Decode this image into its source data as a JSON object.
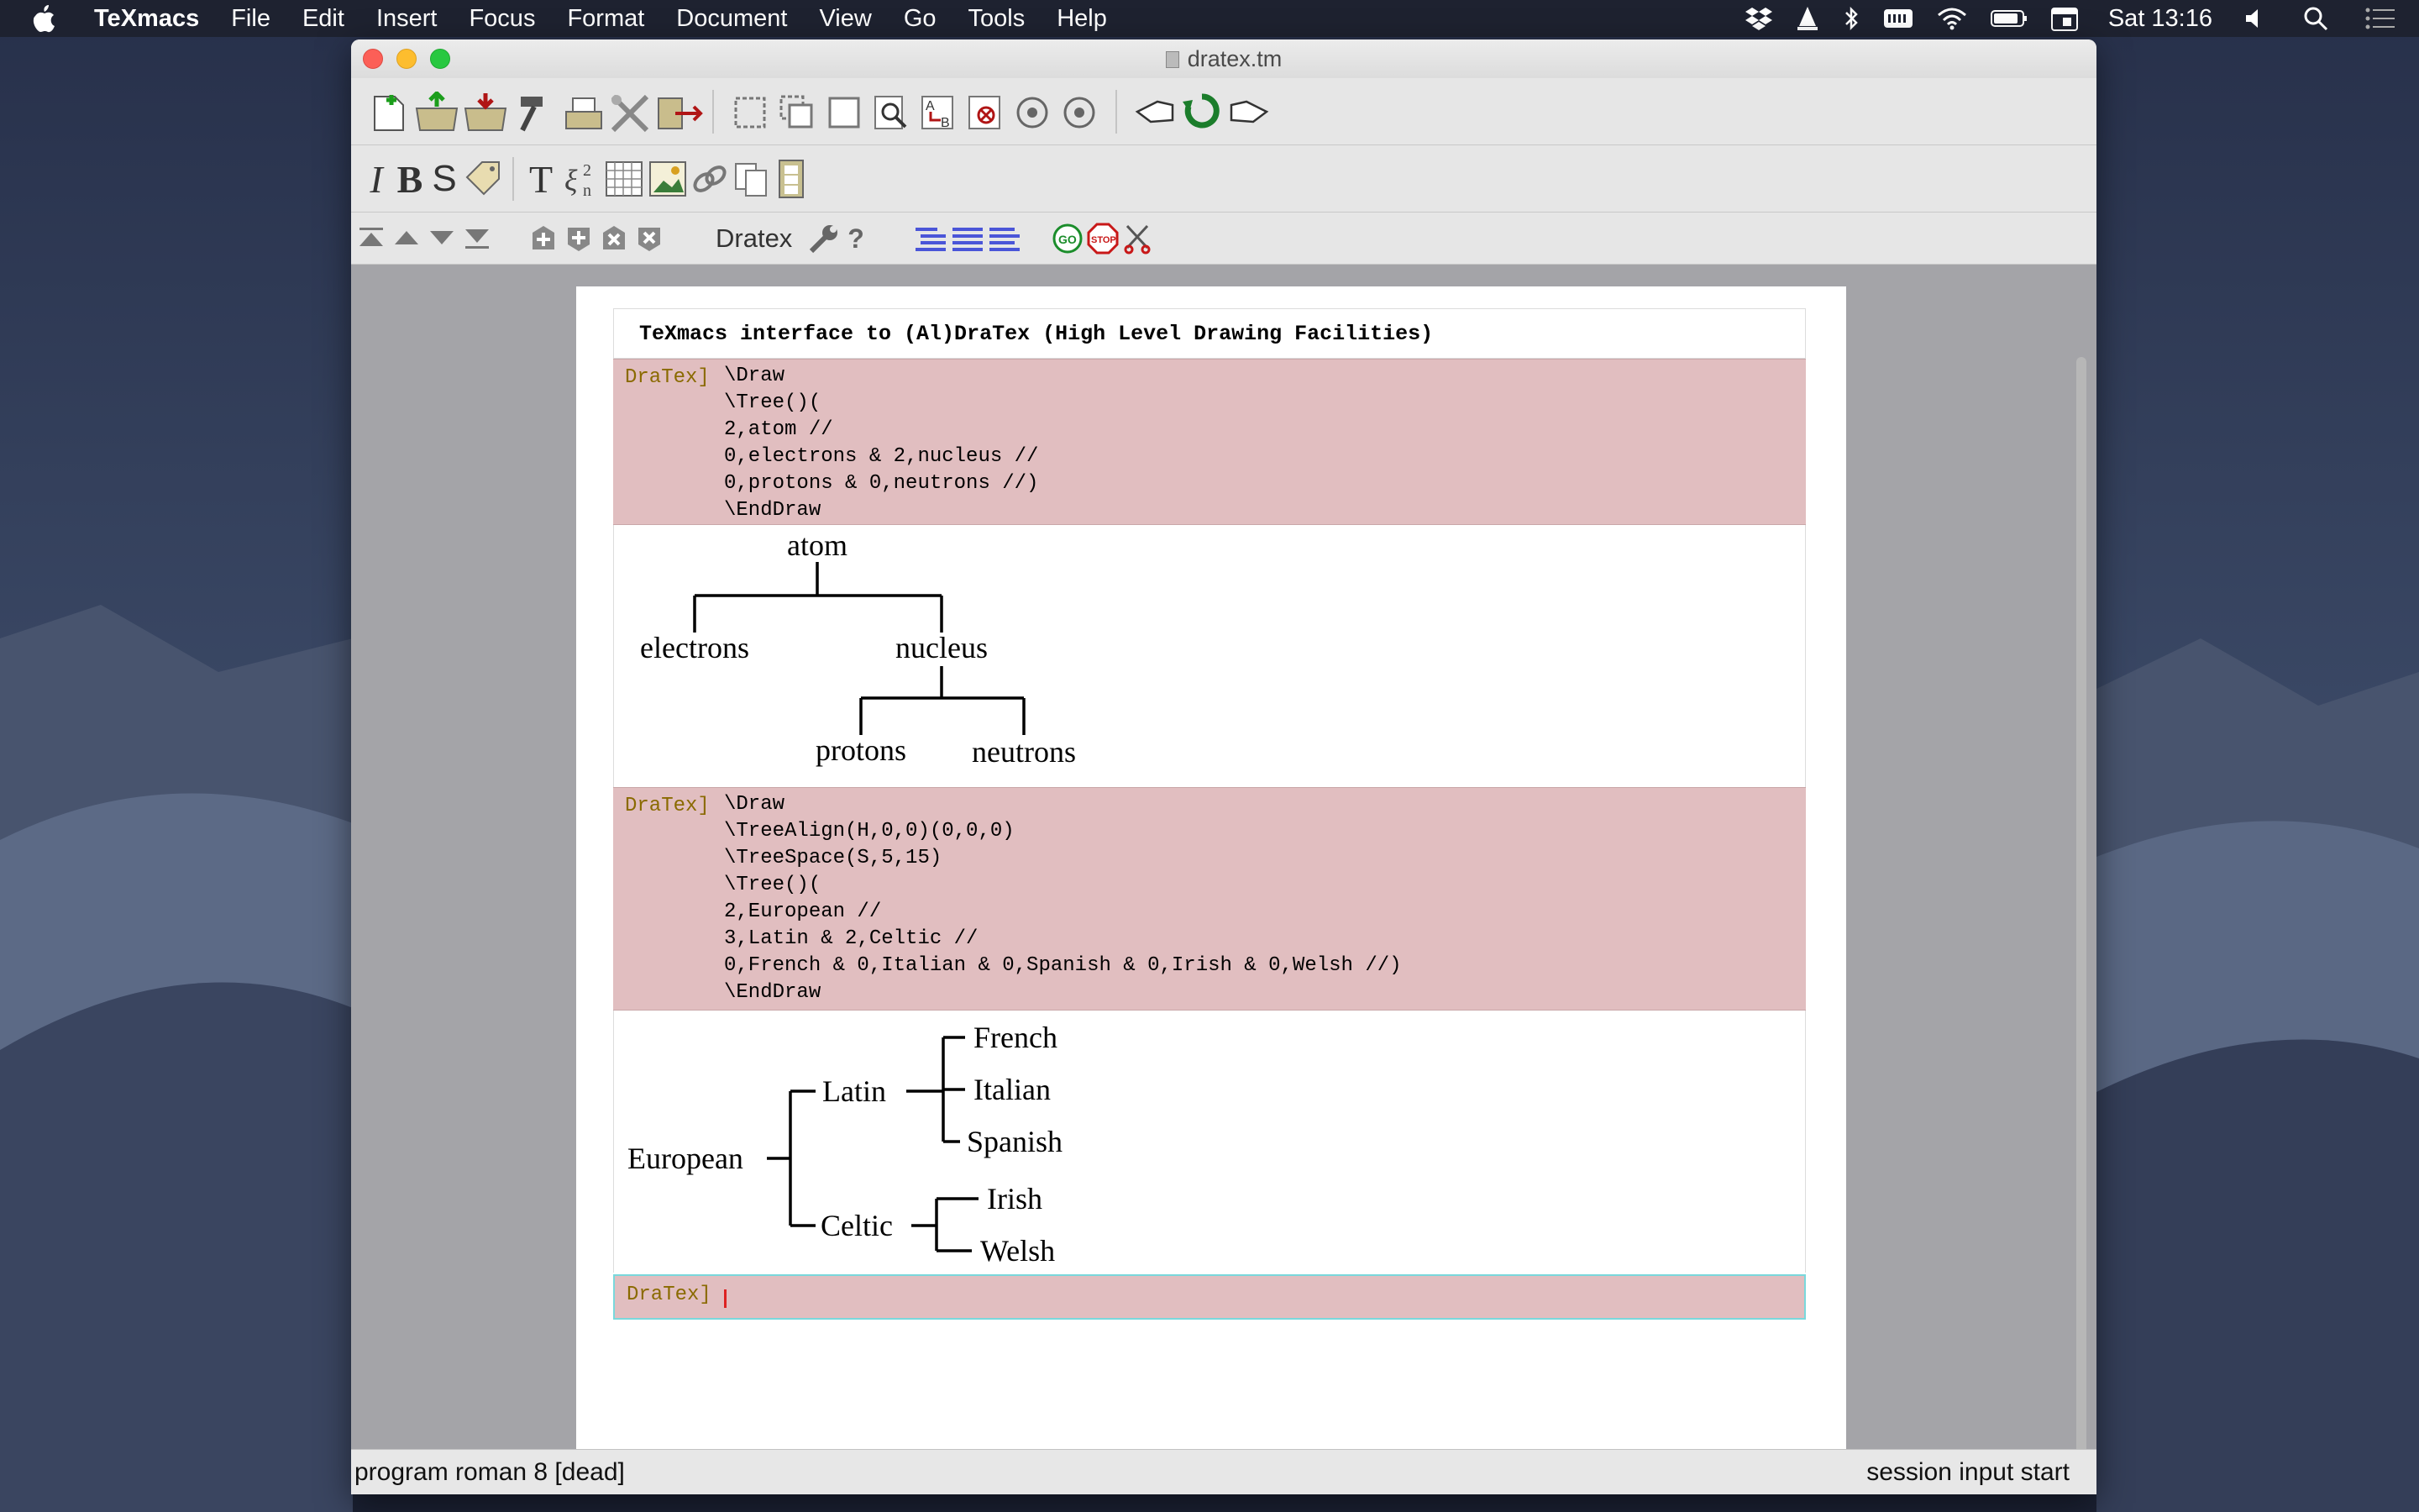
{
  "menubar": {
    "app_name": "TeXmacs",
    "items": [
      "File",
      "Edit",
      "Insert",
      "Focus",
      "Format",
      "Document",
      "View",
      "Go",
      "Tools",
      "Help"
    ],
    "clock": "Sat 13:16"
  },
  "window": {
    "title": "dratex.tm"
  },
  "toolbar": {
    "plugin_label": "Dratex"
  },
  "session": {
    "header": "TeXmacs interface to (Al)DraTex (High Level Drawing Facilities)",
    "prompt": "DraTex]",
    "input1": [
      "\\Draw",
      "\\Tree()(",
      "2,atom //",
      "0,electrons & 2,nucleus //",
      "0,protons & 0,neutrons //)",
      "\\EndDraw"
    ],
    "tree1": {
      "root": "atom",
      "level1": [
        "electrons",
        "nucleus"
      ],
      "level2": [
        "protons",
        "neutrons"
      ]
    },
    "input2": [
      "\\Draw",
      "\\TreeAlign(H,0,0)(0,0,0)",
      "\\TreeSpace(S,5,15)",
      "\\Tree()(",
      "2,European //",
      "3,Latin & 2,Celtic //",
      "0,French & 0,Italian & 0,Spanish & 0,Irish & 0,Welsh //)",
      "\\EndDraw"
    ],
    "tree2": {
      "root": "European",
      "level1": [
        "Latin",
        "Celtic"
      ],
      "latin_children": [
        "French",
        "Italian",
        "Spanish"
      ],
      "celtic_children": [
        "Irish",
        "Welsh"
      ]
    }
  },
  "statusbar": {
    "left": "program roman 8 [dead]",
    "right": "session input start"
  }
}
